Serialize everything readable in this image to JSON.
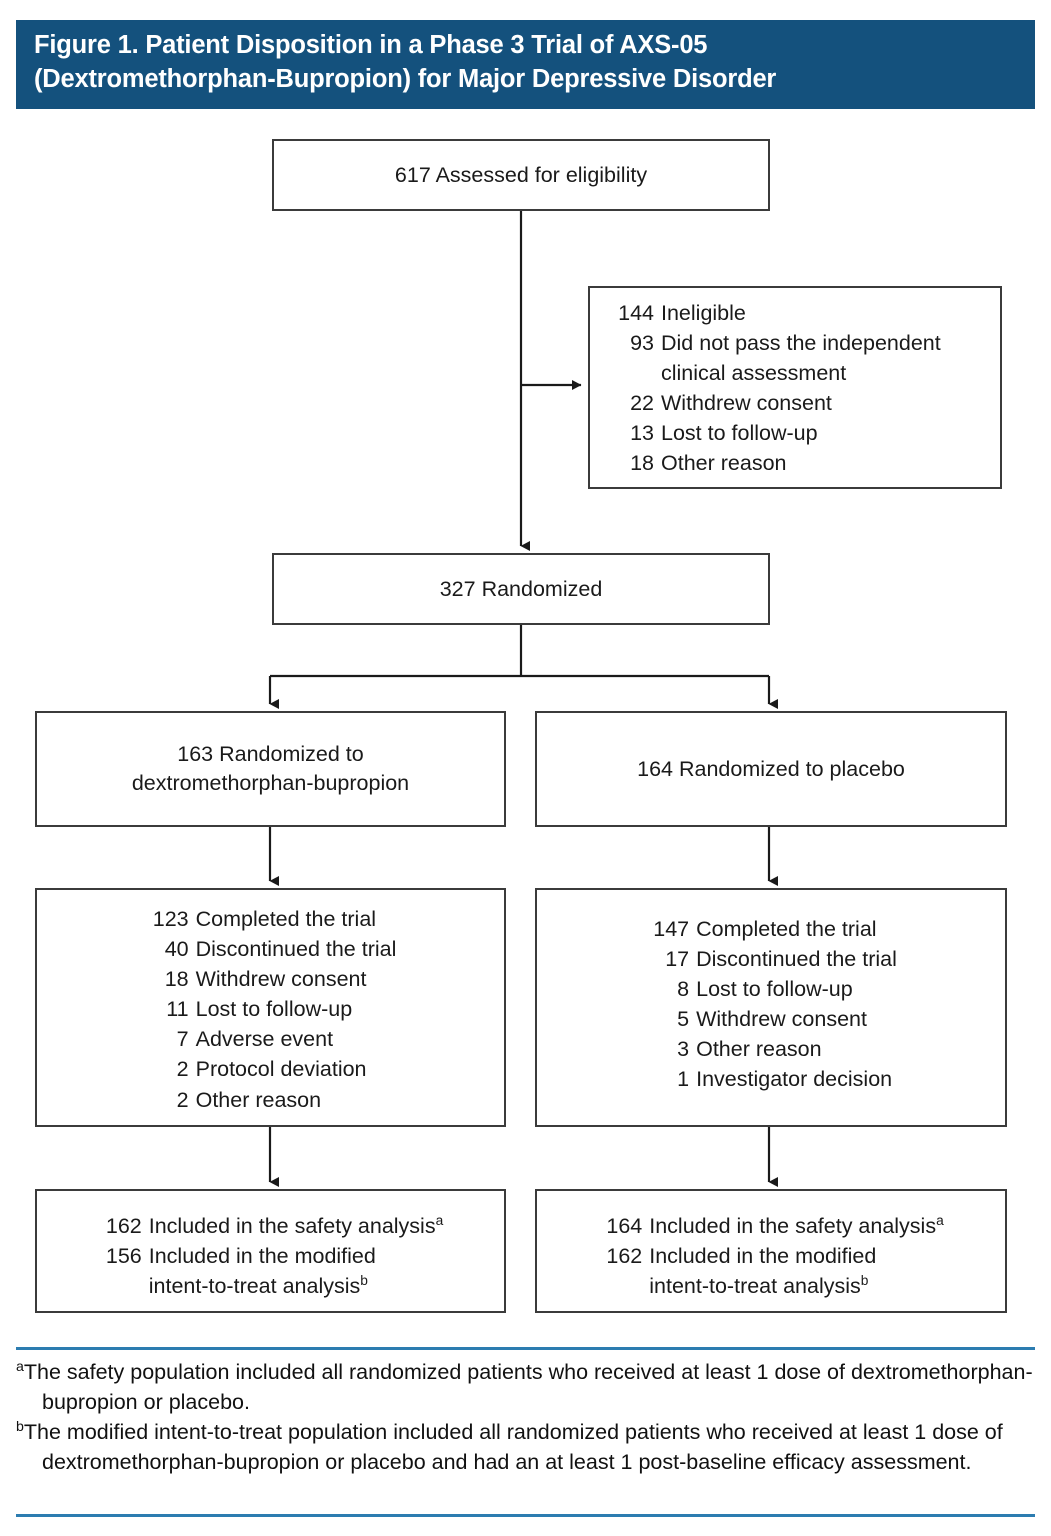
{
  "header": {
    "title": "Figure 1. Patient Disposition in a Phase 3 Trial of AXS-05\n(Dextromethorphan-Bupropion) for Major Depressive Disorder",
    "background_color": "#14517d",
    "text_color": "#ffffff"
  },
  "theme": {
    "rule_color": "#2c7cb0",
    "box_border_color": "#3b3b3b",
    "page_background": "#ffffff"
  },
  "flow": {
    "assessed": {
      "text": "617 Assessed for eligibility",
      "count": 617
    },
    "ineligible": {
      "rows": [
        {
          "num": "144",
          "label": "Ineligible"
        },
        {
          "num": "93",
          "label": "Did not pass the independent\nclinical assessment"
        },
        {
          "num": "22",
          "label": "Withdrew consent"
        },
        {
          "num": "13",
          "label": "Lost to follow-up"
        },
        {
          "num": "18",
          "label": "Other reason"
        }
      ]
    },
    "randomized": {
      "text": "327 Randomized",
      "count": 327
    },
    "arm_left": {
      "text": "163 Randomized to\ndextromethorphan-bupropion",
      "count": 163
    },
    "arm_right": {
      "text": "164 Randomized to placebo",
      "count": 164
    },
    "disposition_left": {
      "rows": [
        {
          "num": "123",
          "label": "Completed the trial"
        },
        {
          "num": "40",
          "label": "Discontinued the trial"
        },
        {
          "num": "18",
          "label": "Withdrew consent"
        },
        {
          "num": "11",
          "label": "Lost to follow-up"
        },
        {
          "num": "7",
          "label": "Adverse event"
        },
        {
          "num": "2",
          "label": "Protocol deviation"
        },
        {
          "num": "2",
          "label": "Other reason"
        }
      ]
    },
    "disposition_right": {
      "rows": [
        {
          "num": "147",
          "label": "Completed the trial"
        },
        {
          "num": "17",
          "label": "Discontinued the trial"
        },
        {
          "num": "8",
          "label": "Lost to follow-up"
        },
        {
          "num": "5",
          "label": "Withdrew consent"
        },
        {
          "num": "3",
          "label": "Other reason"
        },
        {
          "num": "1",
          "label": "Investigator decision"
        }
      ]
    },
    "analysis_left": {
      "rows": [
        {
          "num": "162",
          "label": "Included in the safety analysis",
          "sup": "a"
        },
        {
          "num": "156",
          "label": "Included in the modified\nintent-to-treat analysis",
          "sup": "b"
        }
      ]
    },
    "analysis_right": {
      "rows": [
        {
          "num": "164",
          "label": "Included in the safety analysis",
          "sup": "a"
        },
        {
          "num": "162",
          "label": "Included in the modified\nintent-to-treat analysis",
          "sup": "b"
        }
      ]
    }
  },
  "footnotes": [
    {
      "marker": "a",
      "text": "The safety population included all randomized patients who received at least 1 dose of dextromethorphan-bupropion or placebo."
    },
    {
      "marker": "b",
      "text": "The modified intent-to-treat population included all randomized patients who received at least 1 dose of dextromethorphan-bupropion or placebo and had an at least 1 post-baseline efficacy assessment."
    }
  ]
}
